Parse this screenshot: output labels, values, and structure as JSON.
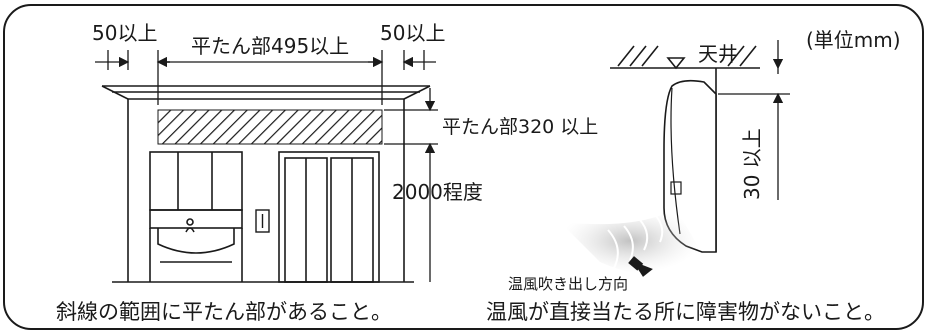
{
  "labels": {
    "margin_left": "50以上",
    "margin_right": "50以上",
    "flat_width": "平たん部495以上",
    "flat_height": "平たん部320 以上",
    "mount_height": "2000程度",
    "ceiling": "天井",
    "unit": "(単位mm)",
    "ceiling_gap": "30 以上",
    "airflow": "温風吹き出し方向"
  },
  "captions": {
    "left": "斜線の範囲に平たん部があること。",
    "right": "温風が直接当たる所に障害物がないこと。"
  }
}
